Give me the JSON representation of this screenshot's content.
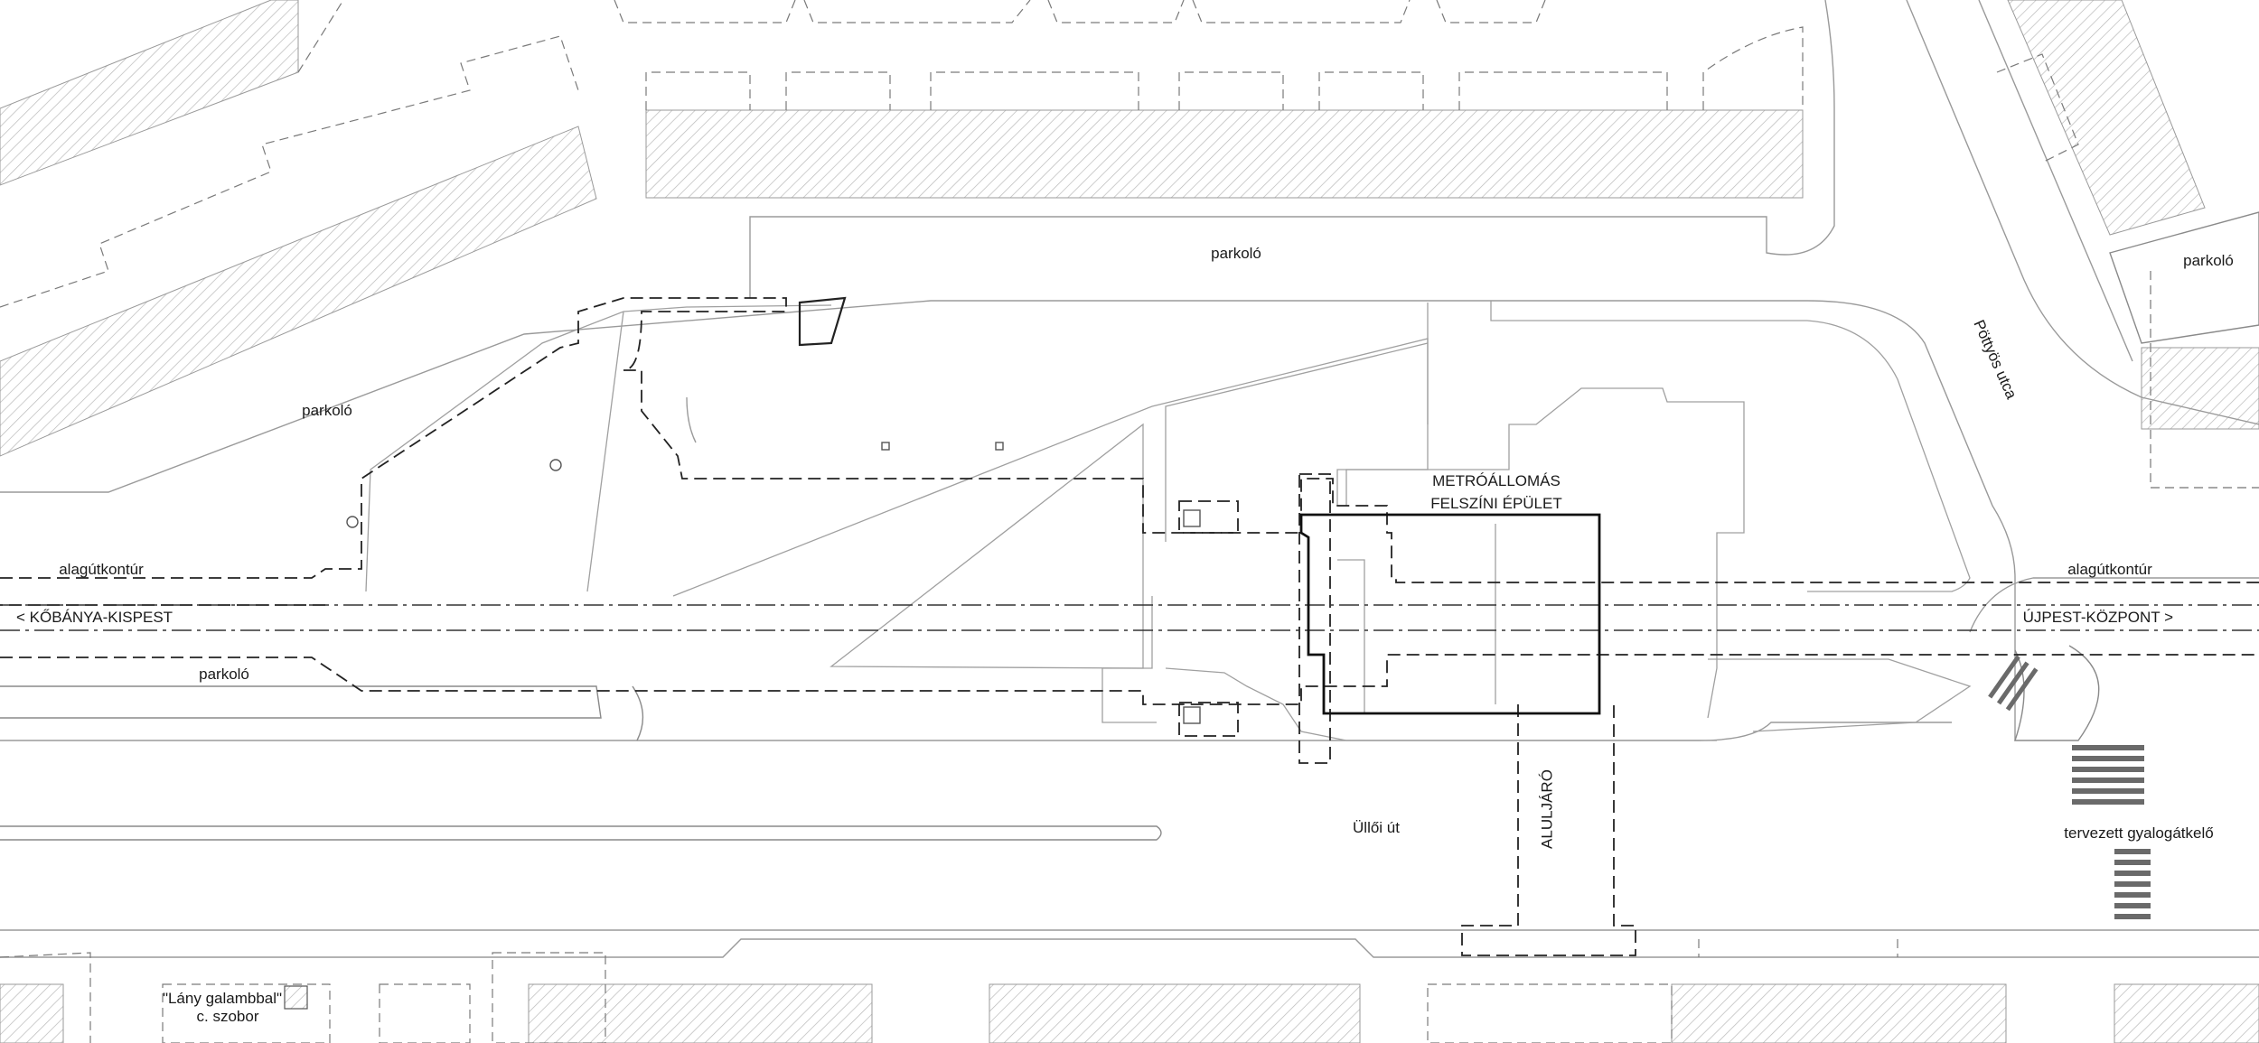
{
  "labels": {
    "parking_top": "parkoló",
    "parking_left": "parkoló",
    "parking_bottom": "parkoló",
    "parking_right": "parkoló",
    "street_potyos": "Pöttyös utca",
    "station_line1": "METRÓÁLLOMÁS",
    "station_line2": "FELSZÍNI ÉPÜLET",
    "tunnel_contour_left": "alagútkontúr",
    "tunnel_contour_right": "alagútkontúr",
    "direction_left": "< KŐBÁNYA-KISPEST",
    "direction_right": "ÚJPEST-KÖZPONT >",
    "street_ulloi": "Üllői út",
    "underpass": "ALULJÁRÓ",
    "planned_crossing": "tervezett gyalogátkelő",
    "statue_line1": "\"Lány galambbal\"",
    "statue_line2": "c. szobor"
  },
  "colors": {
    "line_light": "#9a9a9a",
    "line_mid": "#6e6e6e",
    "line_dark": "#111111",
    "hatch": "#b8b8b8",
    "crosswalk": "#6a6a6a",
    "background": "#ffffff"
  }
}
